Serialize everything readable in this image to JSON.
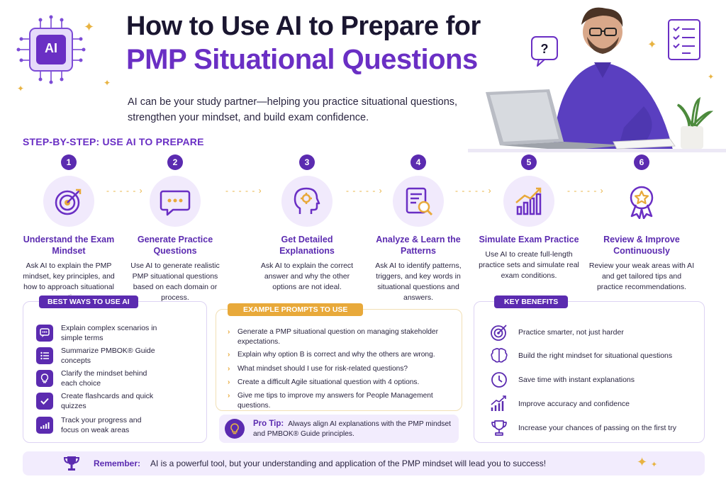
{
  "header": {
    "badge": "AI",
    "title_line1": "How to Use AI to Prepare for",
    "title_line2": "PMP Situational Questions",
    "intro": "AI can be your study partner—helping you practice situational questions, strengthen your mindset, and build exam confidence."
  },
  "steps_section": {
    "title": "STEP-BY-STEP: USE AI TO PREPARE",
    "steps": [
      {
        "num": "1",
        "title": "Understand the Exam Mindset",
        "desc": "Ask AI to explain the PMP mindset, key principles, and how to approach situational questions.",
        "icon": "target-icon"
      },
      {
        "num": "2",
        "title": "Generate Practice Questions",
        "desc": "Use AI to generate realistic PMP situational questions based on each domain or process.",
        "icon": "chat-bubble-icon"
      },
      {
        "num": "3",
        "title": "Get Detailed Explanations",
        "desc": "Ask AI to explain the correct answer and why the other options are not ideal.",
        "icon": "head-gear-icon"
      },
      {
        "num": "4",
        "title": "Analyze & Learn the Patterns",
        "desc": "Ask AI to identify patterns, triggers, and key words in situational questions and answers.",
        "icon": "document-search-icon"
      },
      {
        "num": "5",
        "title": "Simulate Exam Practice",
        "desc": "Use AI to create full-length practice sets and simulate real exam conditions.",
        "icon": "growth-chart-icon"
      },
      {
        "num": "6",
        "title": "Review & Improve Continuously",
        "desc": "Review your weak areas with AI and get tailored tips and practice recommendations.",
        "icon": "award-ribbon-icon"
      }
    ]
  },
  "best_ways": {
    "label": "BEST WAYS TO USE AI",
    "items": [
      {
        "text": "Explain complex scenarios in simple terms",
        "icon": "chat-icon"
      },
      {
        "text": "Summarize PMBOK® Guide concepts",
        "icon": "list-icon"
      },
      {
        "text": "Clarify the mindset behind each choice",
        "icon": "lightbulb-icon"
      },
      {
        "text": "Create flashcards and quick quizzes",
        "icon": "check-icon"
      },
      {
        "text": "Track your progress and focus on weak areas",
        "icon": "bar-chart-icon"
      }
    ]
  },
  "example_prompts": {
    "label": "EXAMPLE PROMPTS TO USE",
    "items": [
      "Generate a PMP situational question on managing stakeholder expectations.",
      "Explain why option B is correct and why the others are wrong.",
      "What mindset should I use for risk-related questions?",
      "Create a difficult Agile situational question with 4 options.",
      "Give me tips to improve my answers for People Management questions."
    ],
    "protip_label": "Pro Tip:",
    "protip_text": "Always align AI explanations with the PMP mindset and PMBOK® Guide principles."
  },
  "key_benefits": {
    "label": "KEY BENEFITS",
    "items": [
      {
        "text": "Practice smarter, not just harder",
        "icon": "target-icon"
      },
      {
        "text": "Build the right mindset for situational questions",
        "icon": "brain-icon"
      },
      {
        "text": "Save time with instant explanations",
        "icon": "clock-icon"
      },
      {
        "text": "Improve accuracy and confidence",
        "icon": "growth-chart-icon"
      },
      {
        "text": "Increase your chances of passing on the first try",
        "icon": "trophy-icon"
      }
    ]
  },
  "remember": {
    "label": "Remember:",
    "text": "AI is a powerful tool, but your understanding and application of the PMP mindset will lead you to success!"
  },
  "colors": {
    "purple": "#6a2fc4",
    "dark_purple": "#5b2bb0",
    "gold": "#e8b341",
    "light_purple": "#f2ecfd"
  }
}
